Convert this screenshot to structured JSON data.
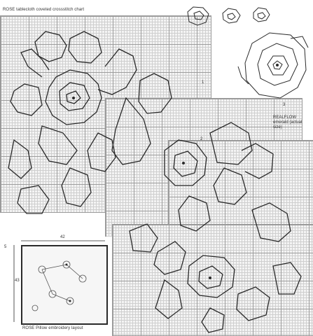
{
  "chart_title": "ROSE tablecloth coveted crossstitch chart",
  "motif_caption": "REALFLOW emerald (actual size)",
  "layout_caption": "ROSE Pillow embroidery layout",
  "dim_width": "42",
  "dim_height": "43",
  "dim_left": "5",
  "section_marks": [
    "1",
    "2",
    "3"
  ],
  "colors": {
    "outline": "#2a2a2a",
    "grid_bg": "#f4f4f4",
    "grid_line": "#c9c9c9"
  }
}
